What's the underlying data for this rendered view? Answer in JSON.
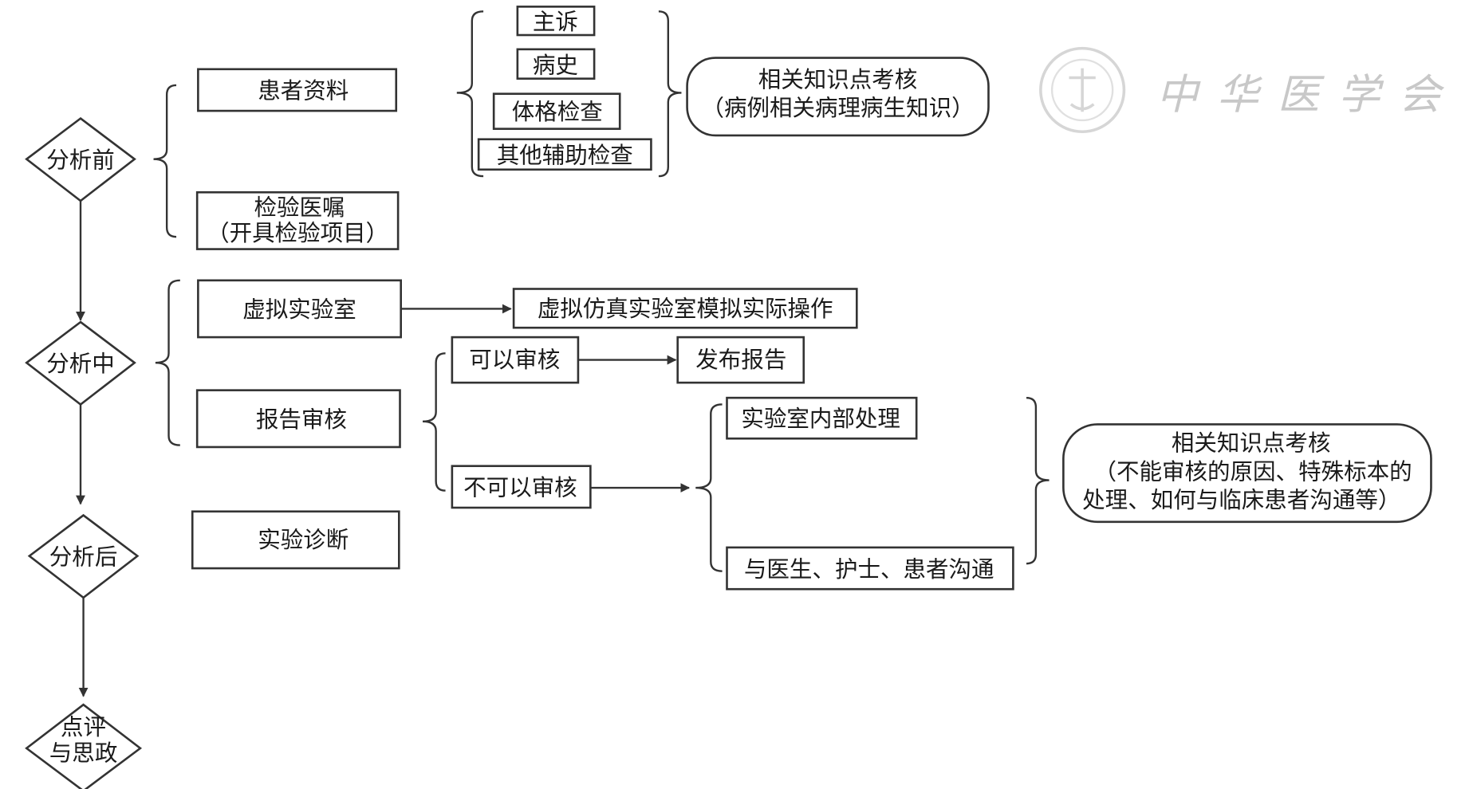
{
  "stages": {
    "pre": "分析前",
    "mid": "分析中",
    "post": "分析后",
    "review_line1": "点评",
    "review_line2": "与思政"
  },
  "pre": {
    "patient_info": "患者资料",
    "order_line1": "检验医嘱",
    "order_line2": "（开具检验项目）",
    "chief_complaint": "主诉",
    "history": "病史",
    "physical_exam": "体格检查",
    "other_exam": "其他辅助检查",
    "knowledge_line1": "相关知识点考核",
    "knowledge_line2": "（病例相关病理病生知识）"
  },
  "mid": {
    "virtual_lab": "虚拟实验室",
    "virtual_sim": "虚拟仿真实验室模拟实际操作",
    "report_review": "报告审核",
    "can_review": "可以审核",
    "publish_report": "发布报告",
    "cannot_review": "不可以审核",
    "internal_handling": "实验室内部处理",
    "communicate": "与医生、护士、患者沟通",
    "knowledge_line1": "相关知识点考核",
    "knowledge_line2": "（不能审核的原因、特殊标本的",
    "knowledge_line3": "处理、如何与临床患者沟通等）"
  },
  "post": {
    "lab_diagnosis": "实验诊断"
  },
  "watermark": {
    "text": "中华医学会"
  }
}
